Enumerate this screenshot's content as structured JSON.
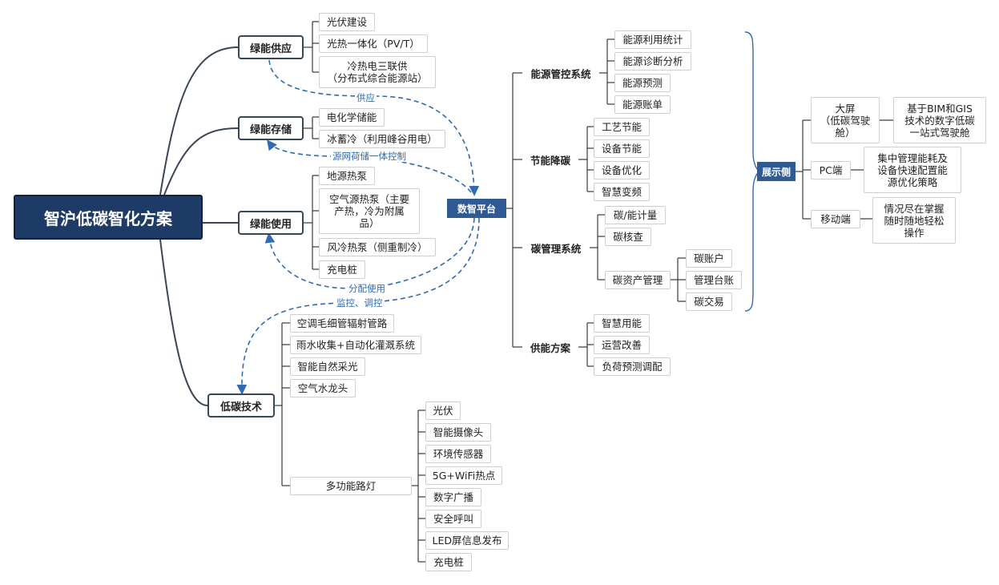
{
  "root": "智沪低碳智化方案",
  "hub": "数智平台",
  "display": "展示侧",
  "branches": {
    "supply": "绿能供应",
    "storage": "绿能存储",
    "usage": "绿能使用",
    "lowcarbon": "低碳技术",
    "energy_mgmt": "能源管控系统",
    "saving": "节能降碳",
    "carbon_mgmt": "碳管理系统",
    "energy_plan": "供能方案"
  },
  "supply_items": [
    "光伏建设",
    "光热一体化（PV/T）",
    "冷热电三联供\n（分布式综合能源站）"
  ],
  "storage_items": [
    "电化学储能",
    "冰蓄冷（利用峰谷用电）"
  ],
  "usage_items": [
    "地源热泵",
    "空气源热泵（主要\n产热，冷为附属\n品）",
    "风冷热泵（侧重制冷）",
    "充电桩"
  ],
  "lowcarbon_items": [
    "空调毛细管辐射管路",
    "雨水收集+自动化灌溉系统",
    "智能自然采光",
    "空气水龙头",
    "多功能路灯"
  ],
  "streetlight_items": [
    "光伏",
    "智能摄像头",
    "环境传感器",
    "5G+WiFi热点",
    "数字广播",
    "安全呼叫",
    "LED屏信息发布",
    "充电桩"
  ],
  "energy_mgmt_items": [
    "能源利用统计",
    "能源诊断分析",
    "能源预测",
    "能源账单"
  ],
  "saving_items": [
    "工艺节能",
    "设备节能",
    "设备优化",
    "智慧变频"
  ],
  "carbon_items": [
    "碳/能计量",
    "碳核查",
    "碳资产管理"
  ],
  "carbon_asset_items": [
    "碳账户",
    "管理台账",
    "碳交易"
  ],
  "plan_items": [
    "智慧用能",
    "运营改善",
    "负荷预测调配"
  ],
  "display_items": [
    {
      "name": "大屏\n（低碳驾驶\n舱）",
      "desc": "基于BIM和GIS\n技术的数字低碳\n一站式驾驶舱"
    },
    {
      "name": "PC端",
      "desc": "集中管理能耗及\n设备快速配置能\n源优化策略"
    },
    {
      "name": "移动端",
      "desc": "情况尽在掌握\n随时随地轻松\n操作"
    }
  ],
  "flow_labels": [
    "供应",
    "源网荷储一体控制",
    "分配使用",
    "监控、调控"
  ],
  "colors": {
    "root_bg": "#1e3a66",
    "hub_bg": "#2f5a93",
    "flow": "#2e6bb0",
    "branch_border": "#36475a",
    "line": "#3a3a3a"
  }
}
